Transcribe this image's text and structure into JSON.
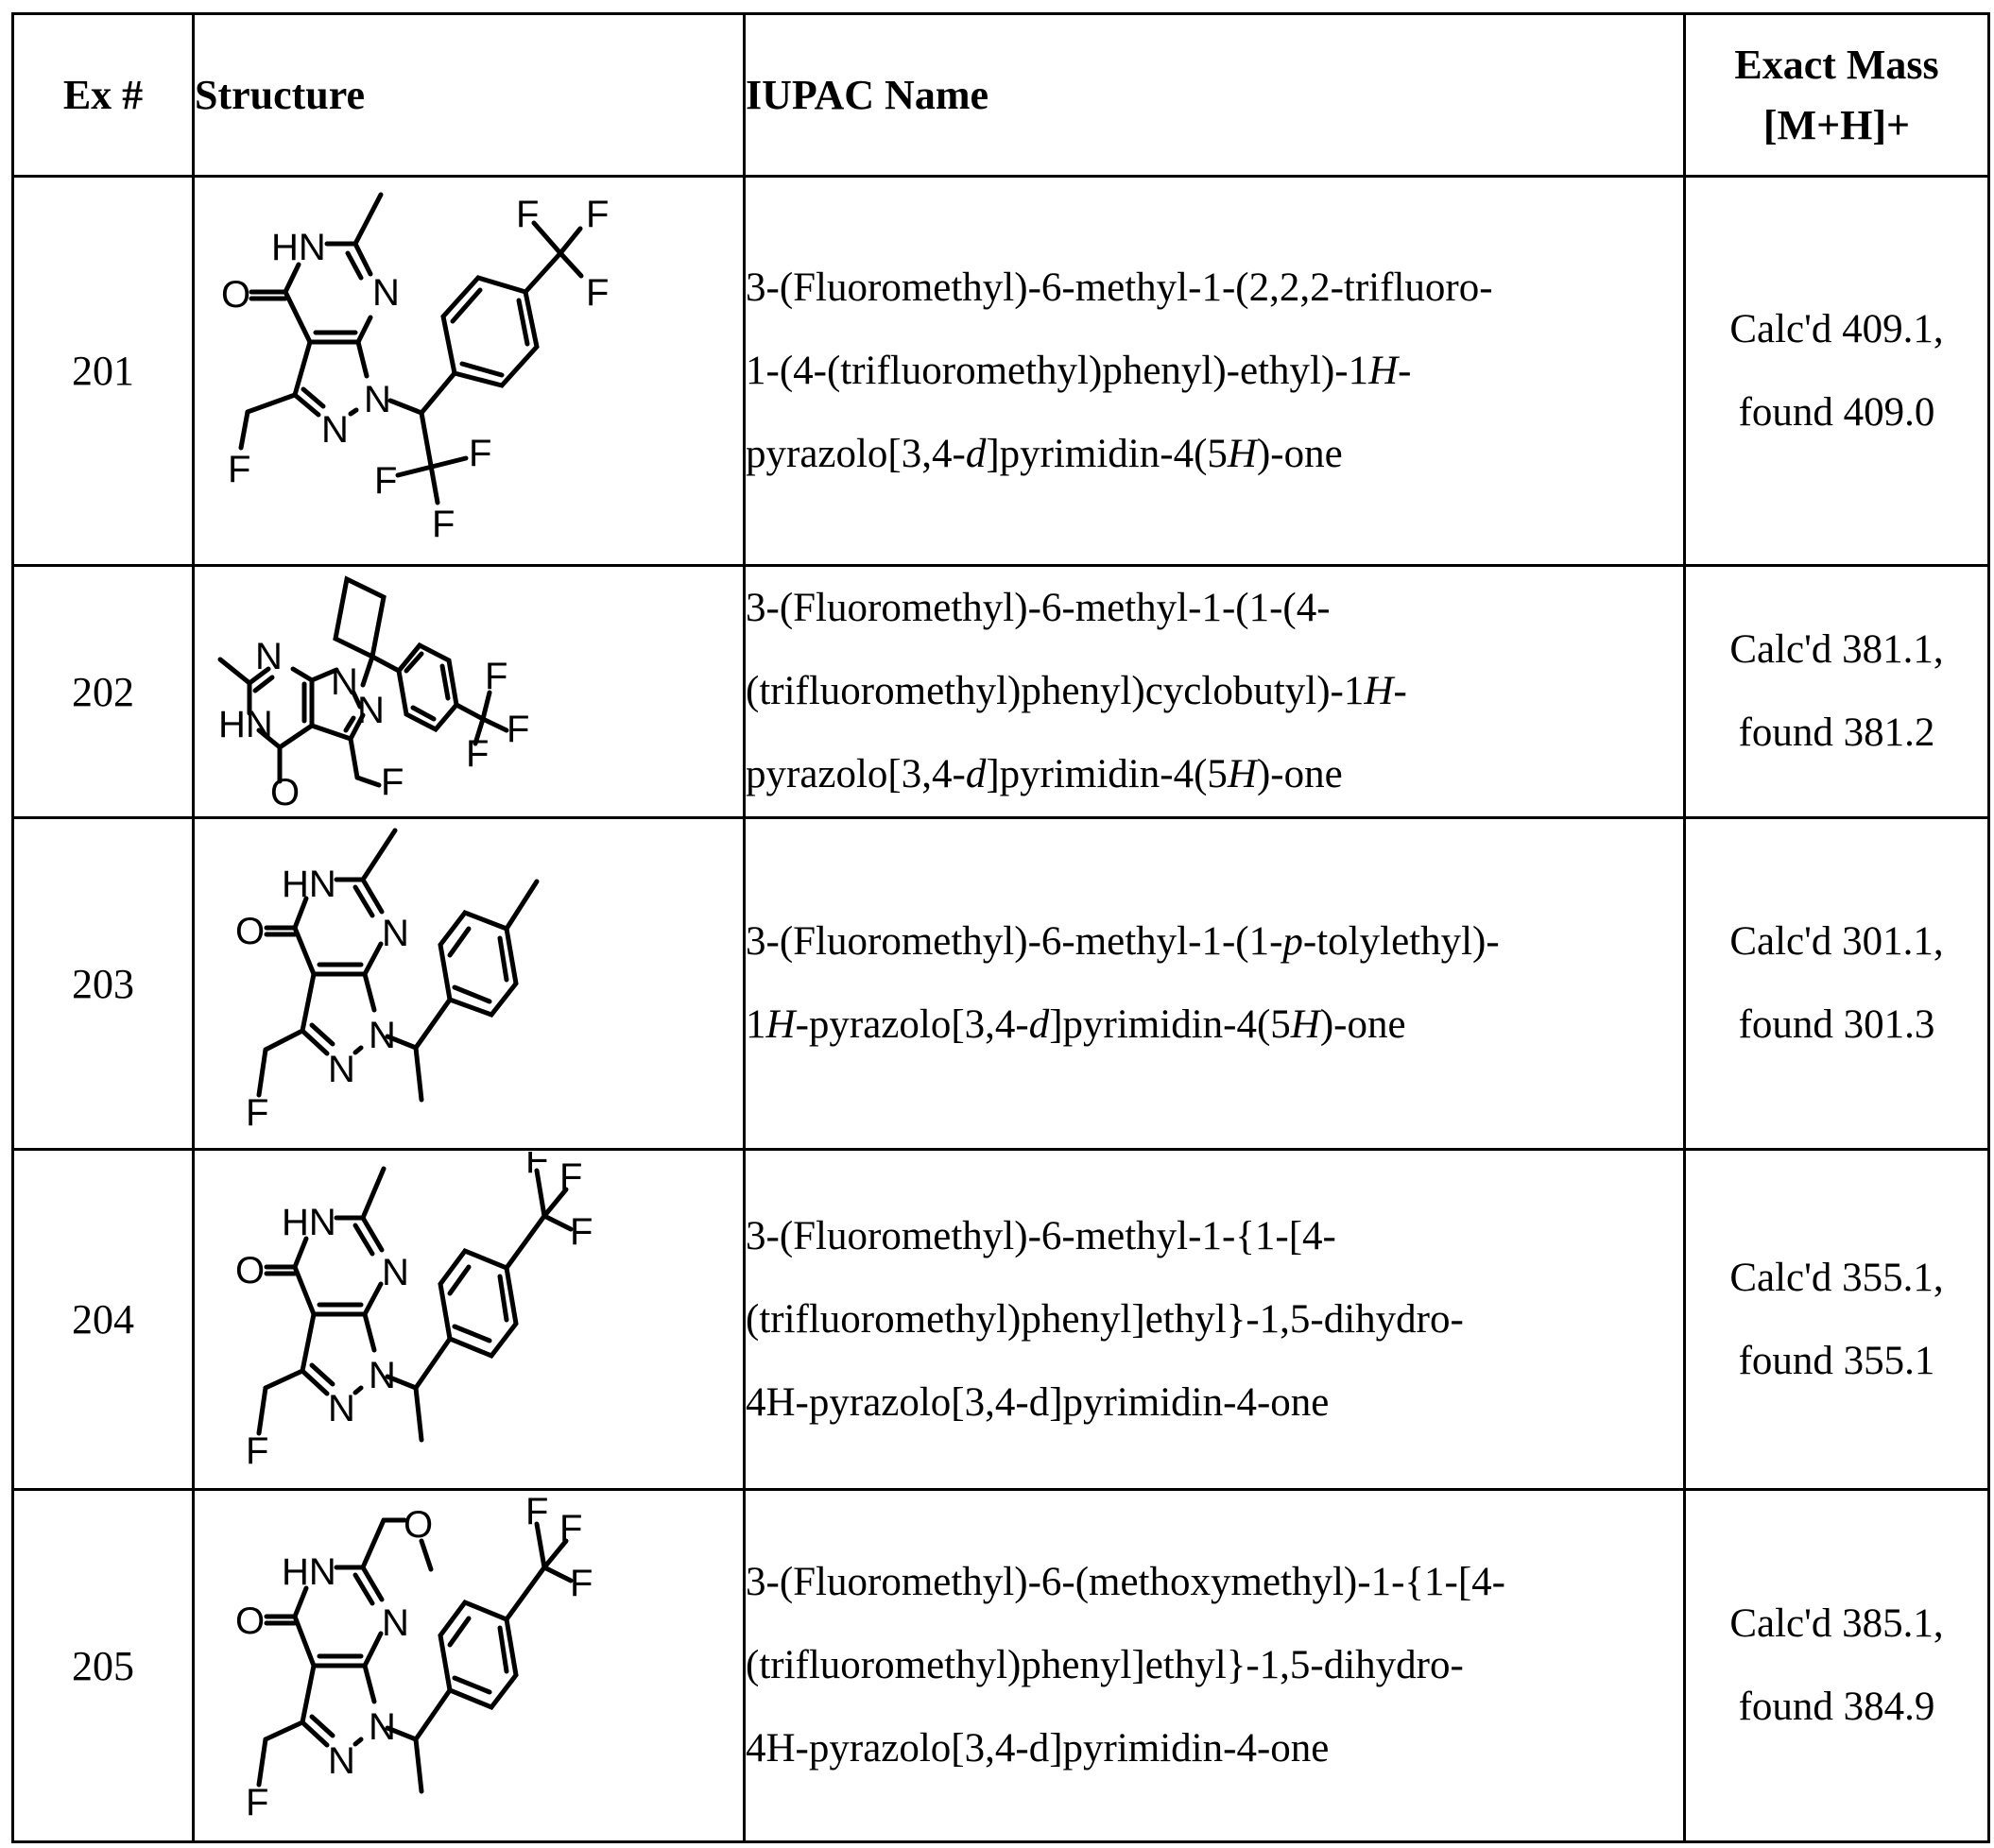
{
  "table": {
    "headers": {
      "ex_num": "Ex #",
      "structure": "Structure",
      "iupac": "IUPAC Name",
      "mass_line1": "Exact Mass",
      "mass_line2": "[M+H]+"
    },
    "rows": [
      {
        "ex": "201",
        "structure_icon": "chemical-structure-201",
        "iupac_parts": [
          "3-(Fluoromethyl)-6-methyl-1-(2,2,2-trifluoro-",
          "1-(4-(trifluoromethyl)phenyl)-ethyl)-1",
          "H",
          "-",
          "pyrazolo[3,4-",
          "d",
          "]pyrimidin-4(5",
          "H",
          ")-one"
        ],
        "iupac": "3-(Fluoromethyl)-6-methyl-1-(2,2,2-trifluoro-1-(4-(trifluoromethyl)phenyl)-ethyl)-1H-pyrazolo[3,4-d]pyrimidin-4(5H)-one",
        "mass_calc": "Calc'd 409.1,",
        "mass_found": "found 409.0"
      },
      {
        "ex": "202",
        "structure_icon": "chemical-structure-202",
        "iupac_parts": [
          "3-(Fluoromethyl)-6-methyl-1-(1-(4-",
          "(trifluoromethyl)phenyl)cyclobutyl)-1",
          "H",
          "-",
          "pyrazolo[3,4-",
          "d",
          "]pyrimidin-4(5",
          "H",
          ")-one"
        ],
        "iupac": "3-(Fluoromethyl)-6-methyl-1-(1-(4-(trifluoromethyl)phenyl)cyclobutyl)-1H-pyrazolo[3,4-d]pyrimidin-4(5H)-one",
        "mass_calc": "Calc'd 381.1,",
        "mass_found": "found 381.2"
      },
      {
        "ex": "203",
        "structure_icon": "chemical-structure-203",
        "iupac_parts": [
          "3-(Fluoromethyl)-6-methyl-1-(1-",
          "p",
          "-tolylethyl)-",
          "1",
          "H",
          "-pyrazolo[3,4-",
          "d",
          "]pyrimidin-4(5",
          "H",
          ")-one"
        ],
        "iupac": "3-(Fluoromethyl)-6-methyl-1-(1-p-tolylethyl)-1H-pyrazolo[3,4-d]pyrimidin-4(5H)-one",
        "mass_calc": "Calc'd 301.1,",
        "mass_found": "found 301.3"
      },
      {
        "ex": "204",
        "structure_icon": "chemical-structure-204",
        "iupac_lines": [
          "3-(Fluoromethyl)-6-methyl-1-{1-[4-",
          "(trifluoromethyl)phenyl]ethyl}-1,5-dihydro-",
          "4H-pyrazolo[3,4-d]pyrimidin-4-one"
        ],
        "iupac": "3-(Fluoromethyl)-6-methyl-1-{1-[4-(trifluoromethyl)phenyl]ethyl}-1,5-dihydro-4H-pyrazolo[3,4-d]pyrimidin-4-one",
        "mass_calc": "Calc'd 355.1,",
        "mass_found": "found 355.1"
      },
      {
        "ex": "205",
        "structure_icon": "chemical-structure-205",
        "iupac_lines": [
          "3-(Fluoromethyl)-6-(methoxymethyl)-1-{1-[4-",
          "(trifluoromethyl)phenyl]ethyl}-1,5-dihydro-",
          "4H-pyrazolo[3,4-d]pyrimidin-4-one"
        ],
        "iupac": "3-(Fluoromethyl)-6-(methoxymethyl)-1-{1-[4-(trifluoromethyl)phenyl]ethyl}-1,5-dihydro-4H-pyrazolo[3,4-d]pyrimidin-4-one",
        "mass_calc": "Calc'd 385.1,",
        "mass_found": "found 384.9"
      }
    ],
    "atom_labels": {
      "HN": "HN",
      "N": "N",
      "O": "O",
      "F": "F"
    }
  }
}
